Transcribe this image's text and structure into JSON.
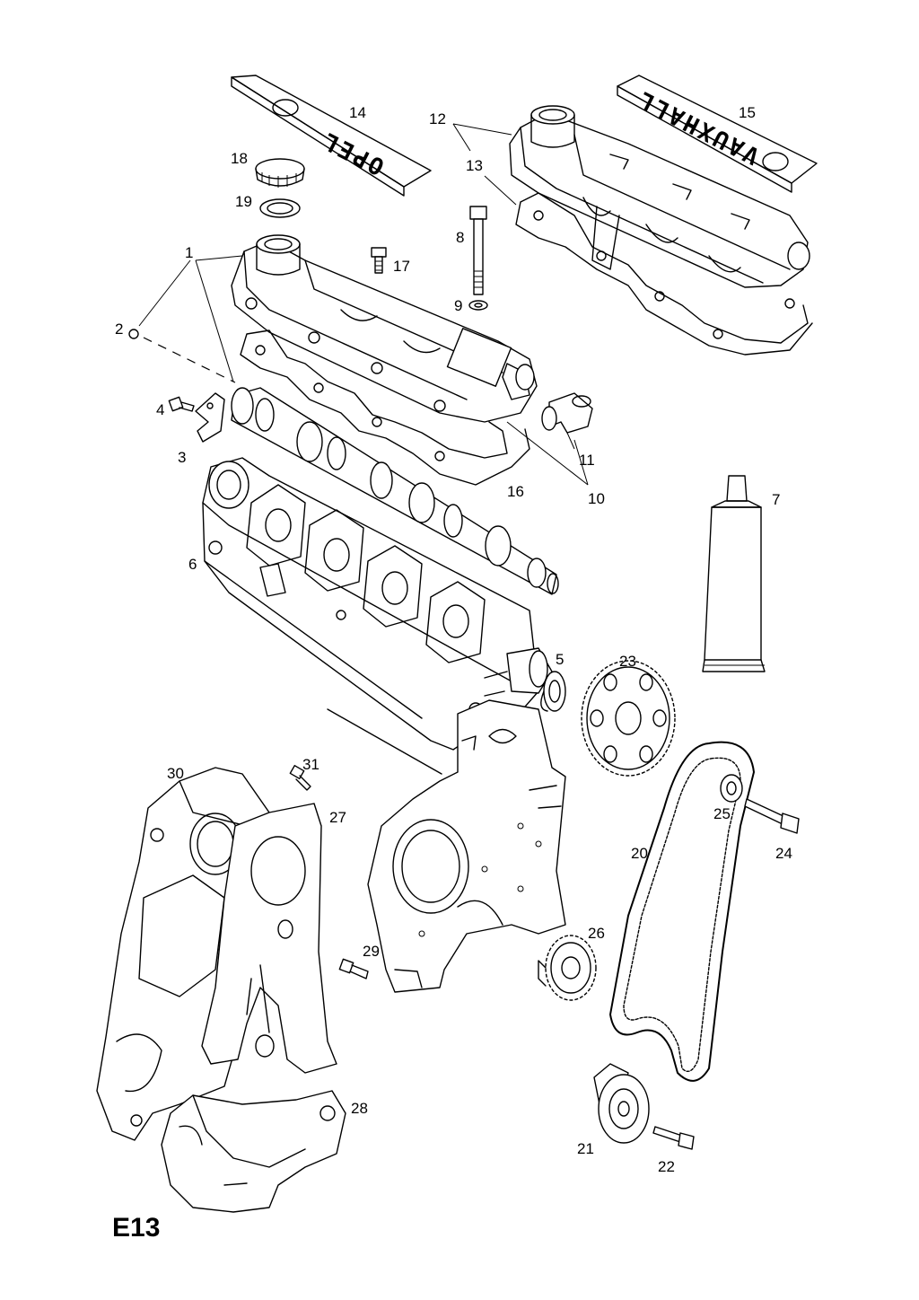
{
  "sheet_id": "E13",
  "logos": {
    "left_cover_badge": "OPEL",
    "right_cover_badge": "VAUXHALL"
  },
  "callouts": {
    "c1": "1",
    "c2": "2",
    "c3": "3",
    "c4": "4",
    "c5": "5",
    "c6": "6",
    "c7": "7",
    "c8": "8",
    "c9": "9",
    "c10": "10",
    "c11": "11",
    "c12": "12",
    "c13": "13",
    "c14": "14",
    "c15": "15",
    "c16": "16",
    "c17": "17",
    "c18": "18",
    "c19": "19",
    "c20": "20",
    "c21": "21",
    "c22": "22",
    "c23": "23",
    "c24": "24",
    "c25": "25",
    "c26": "26",
    "c27": "27",
    "c28": "28",
    "c29": "29",
    "c30": "30",
    "c31": "31"
  }
}
